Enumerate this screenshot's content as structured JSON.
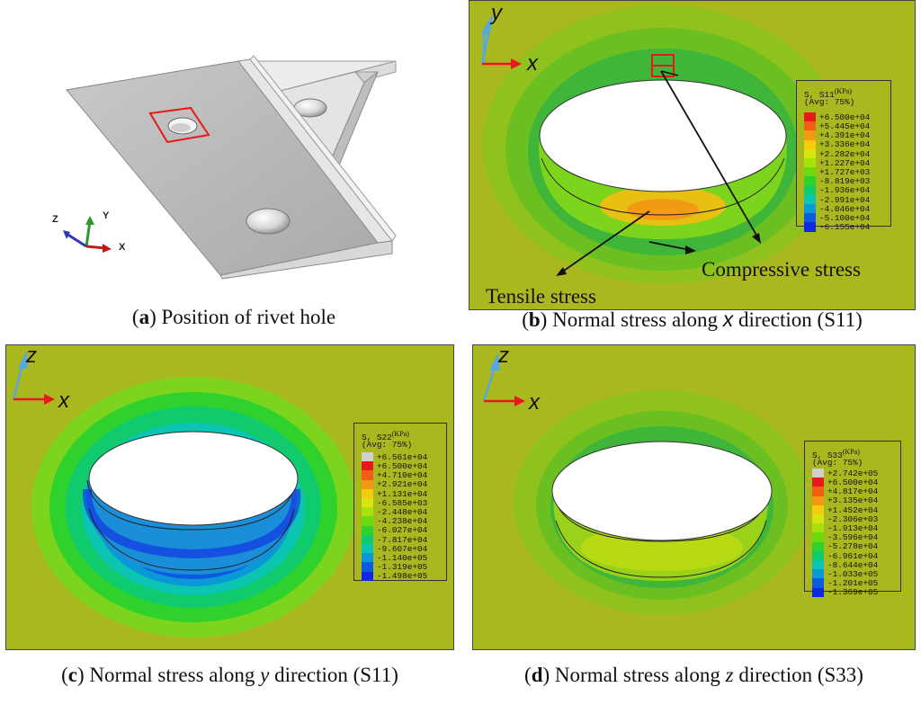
{
  "panels": {
    "a": {
      "caption_letter": "a",
      "caption_text": "Position of rivet hole",
      "triad": {
        "z": "Z",
        "y": "Y",
        "x": "X"
      }
    },
    "b": {
      "caption_letter": "b",
      "caption_pre": "Normal stress along ",
      "caption_axis": "x",
      "caption_post": " direction (S11)",
      "axis_v": "y",
      "axis_h": "x",
      "legend_title": "S, S11",
      "legend_unit": "(KPa)",
      "legend_avg": "(Avg: 75%)",
      "legend_values": [
        "+6.500e+04",
        "+5.445e+04",
        "+4.391e+04",
        "+3.336e+04",
        "+2.282e+04",
        "+1.227e+04",
        "+1.727e+03",
        "-8.819e+03",
        "-1.936e+04",
        "-2.991e+04",
        "-4.046e+04",
        "-5.100e+04",
        "-6.155e+04"
      ],
      "legend_colors": [
        "#e8191b",
        "#f15f16",
        "#f39a13",
        "#f4cb0e",
        "#d9e50c",
        "#a8e20c",
        "#6bdb0f",
        "#2fd22c",
        "#10cb6d",
        "#0cc4b2",
        "#0a98d7",
        "#0b5ae0",
        "#1028e6"
      ],
      "annotations": {
        "compressive": "Compressive stress",
        "tensile": "Tensile stress"
      }
    },
    "c": {
      "caption_letter": "c",
      "caption_pre": "Normal stress along ",
      "caption_axis": "y",
      "caption_post": " direction (S11)",
      "axis_v": "z",
      "axis_h": "x",
      "legend_title": "S, S22",
      "legend_unit": "(KPa)",
      "legend_avg": "(Avg: 75%)",
      "legend_values": [
        "+6.561e+04",
        "+6.500e+04",
        "+4.710e+04",
        "+2.921e+04",
        "+1.131e+04",
        "-6.585e+03",
        "-2.448e+04",
        "-4.238e+04",
        "-6.027e+04",
        "-7.817e+04",
        "-9.607e+04",
        "-1.140e+05",
        "-1.319e+05",
        "-1.498e+05"
      ],
      "legend_colors": [
        "#cfcfcf",
        "#e8191b",
        "#f15f16",
        "#f39a13",
        "#f4cb0e",
        "#d9e50c",
        "#a8e20c",
        "#6bdb0f",
        "#2fd22c",
        "#10cb6d",
        "#0cc4b2",
        "#0a98d7",
        "#0b5ae0",
        "#1028e6"
      ]
    },
    "d": {
      "caption_letter": "d",
      "caption_pre": "Normal stress along ",
      "caption_axis": "z",
      "caption_post": " direction (S33)",
      "axis_v": "z",
      "axis_h": "x",
      "legend_title": "S, S33",
      "legend_unit": "(KPa)",
      "legend_avg": "(Avg: 75%)",
      "legend_values": [
        "+2.742e+05",
        "+6.500e+04",
        "+4.817e+04",
        "+3.135e+04",
        "+1.452e+04",
        "-2.306e+03",
        "-1.913e+04",
        "-3.596e+04",
        "-5.278e+04",
        "-6.961e+04",
        "-8.644e+04",
        "-1.033e+05",
        "-1.201e+05",
        "-1.369e+05"
      ],
      "legend_colors": [
        "#cfcfcf",
        "#e8191b",
        "#f15f16",
        "#f39a13",
        "#f4cb0e",
        "#d9e50c",
        "#a8e20c",
        "#6bdb0f",
        "#2fd22c",
        "#10cb6d",
        "#0cc4b2",
        "#0a98d7",
        "#0b5ae0",
        "#1028e6"
      ]
    }
  },
  "colors": {
    "background_field": "#a9b81f",
    "arrow_red": "#e8191b",
    "arrow_blue": "#5aa7e0"
  }
}
